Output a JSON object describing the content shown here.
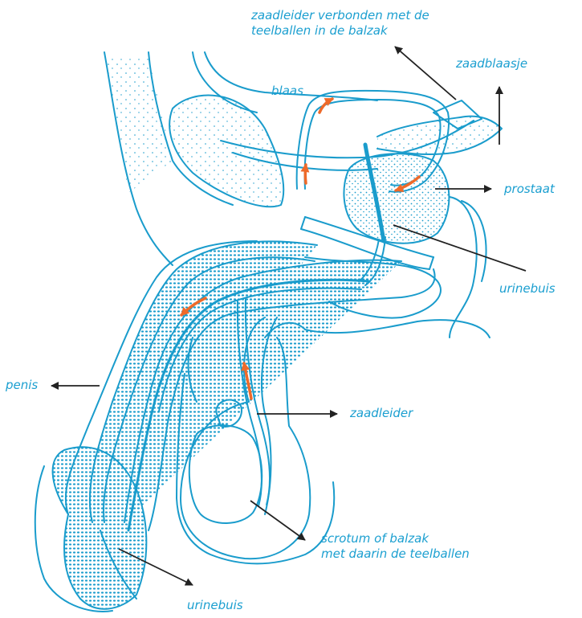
{
  "colors": {
    "anatomy": "#1a9ccc",
    "label_text": "#1b9fd0",
    "pointer": "#222222",
    "flow_arrow": "#ee6a2a",
    "background": "#ffffff"
  },
  "labels": {
    "vas_deferens_top_line1": "zaadleider verbonden met de",
    "vas_deferens_top_line2": "teelballen in de balzak",
    "seminal_vesicle": "zaadblaasje",
    "bladder": "blaas",
    "prostate": "prostaat",
    "urethra_right": "urinebuis",
    "penis": "penis",
    "vas_deferens": "zaadleider",
    "scrotum_line1": "scrotum of balzak",
    "scrotum_line2": "met daarin de teelballen",
    "urethra_bottom": "urinebuis"
  },
  "icons": {
    "pointer": "arrow-icon",
    "flow": "sperm-flow-arrow-icon"
  }
}
